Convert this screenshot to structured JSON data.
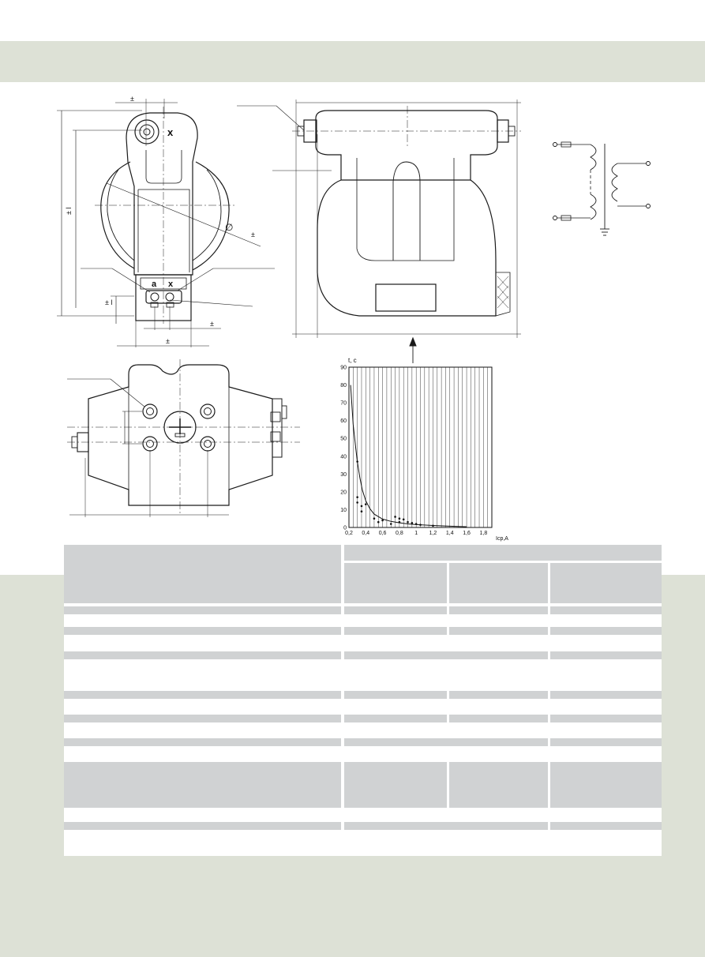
{
  "drawings": {
    "front_view": {
      "terminal_primary": "x",
      "terminal_a": "a",
      "terminal_x": "x",
      "dim_plus_minus": "±",
      "dim_plus_minus_i": "± l",
      "diameter_symbol": "∅"
    }
  },
  "chart_data": {
    "type": "scatter",
    "xlabel": "Iср,А",
    "ylabel": "t, с",
    "xlim": [
      0.2,
      1.9
    ],
    "ylim": [
      0,
      90
    ],
    "x_ticks": [
      "0,2",
      "0,4",
      "0,6",
      "0,8",
      "1",
      "1,2",
      "1,4",
      "1,6",
      "1,8"
    ],
    "x_tick_values": [
      0.2,
      0.4,
      0.6,
      0.8,
      1.0,
      1.2,
      1.4,
      1.6,
      1.8
    ],
    "y_ticks": [
      "0",
      "10",
      "20",
      "30",
      "40",
      "50",
      "60",
      "70",
      "80",
      "90"
    ],
    "y_tick_values": [
      0,
      10,
      20,
      30,
      40,
      50,
      60,
      70,
      80,
      90
    ],
    "grid": "vertical",
    "series": [
      {
        "kind": "curve",
        "x": [
          0.22,
          0.25,
          0.28,
          0.3,
          0.33,
          0.36,
          0.4,
          0.45,
          0.5,
          0.6,
          0.7,
          0.8,
          0.9,
          1.0,
          1.2,
          1.4,
          1.6
        ],
        "y": [
          80,
          58,
          45,
          37,
          28,
          21,
          15,
          10.5,
          7.5,
          4.7,
          3.4,
          2.6,
          2.0,
          1.6,
          1.1,
          0.7,
          0.4
        ]
      },
      {
        "kind": "points",
        "x": [
          0.3,
          0.3,
          0.3,
          0.35,
          0.35,
          0.4,
          0.5,
          0.55,
          0.6,
          0.7,
          0.75,
          0.8,
          0.8,
          0.85,
          0.9,
          0.95,
          1.0,
          1.05,
          1.2
        ],
        "y": [
          37,
          17,
          14,
          12,
          9,
          13,
          5,
          3,
          4,
          2,
          6,
          5,
          3,
          4.5,
          3,
          2.5,
          2,
          1.5,
          1
        ]
      }
    ]
  },
  "table": {
    "rows": 18
  }
}
